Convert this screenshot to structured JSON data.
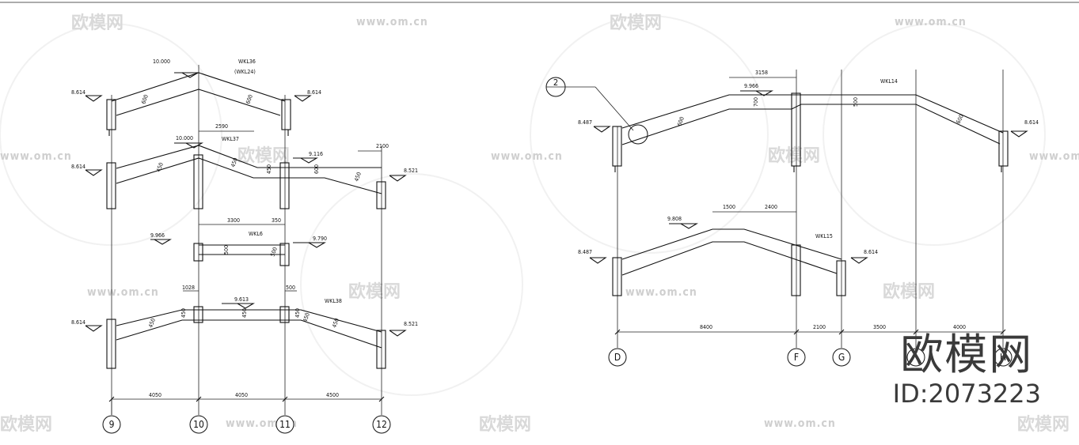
{
  "watermark": {
    "brand_cn": "欧模网",
    "url": "www.om.cn"
  },
  "brand_overlay": {
    "title": "欧模网",
    "id_text": "ID:2073223"
  },
  "left_drawing": {
    "elev_top_left": "8.614",
    "elev_top_ridge": "10.000",
    "elev_top_right": "8.614",
    "beam_top": "WKL36",
    "beam_top_alt": "(WKL24)",
    "dim_600a": "600",
    "dim_600b": "600",
    "elev_r2_left": "8.614",
    "elev_r2_ridge": "10.000",
    "beam_r2": "WKL37",
    "dim_2590": "2590",
    "dim_2100": "2100",
    "elev_9116": "9.116",
    "elev_r2_right": "8.521",
    "dim_450a": "450",
    "dim_450b": "450",
    "dim_450c": "450",
    "dim_600c": "600",
    "dim_450d": "450",
    "elev_r3_left": "9.966",
    "beam_r3": "WKL6",
    "dim_3300": "3300",
    "dim_350": "350",
    "elev_r3_right": "9.790",
    "dim_500a": "500",
    "dim_500b": "500",
    "dim_1028": "1028",
    "dim_500c": "500",
    "elev_9613": "9.613",
    "beam_r4": "WKL38",
    "elev_r4_left": "8.614",
    "elev_r4_right": "8.521",
    "dim_450e": "450",
    "dim_450f": "450",
    "dim_450g": "450",
    "dim_450h": "450",
    "dim_450i": "450",
    "dim_450j": "450",
    "span_1": "4050",
    "span_2": "4050",
    "span_3": "4500",
    "axis_9": "9",
    "axis_10": "10",
    "axis_11": "11",
    "axis_12": "12"
  },
  "right_drawing": {
    "detail_no": "2",
    "dim_3158": "3158",
    "elev_9966": "9.966",
    "beam_top": "WKL14",
    "dim_700": "700",
    "dim_500": "500",
    "elev_top_left": "8.487",
    "dim_600a": "600",
    "dim_600b": "600",
    "elev_top_right": "8.614",
    "elev_9808": "9.808",
    "dim_1500": "1500",
    "dim_2400": "2400",
    "elev_bot_left": "8.487",
    "beam_bot": "WKL15",
    "elev_bot_right": "8.614",
    "span_1": "8400",
    "span_2": "2100",
    "span_3": "3500",
    "span_4": "4000",
    "axis_D": "D",
    "axis_F": "F",
    "axis_G": "G",
    "axis_H": "H"
  }
}
